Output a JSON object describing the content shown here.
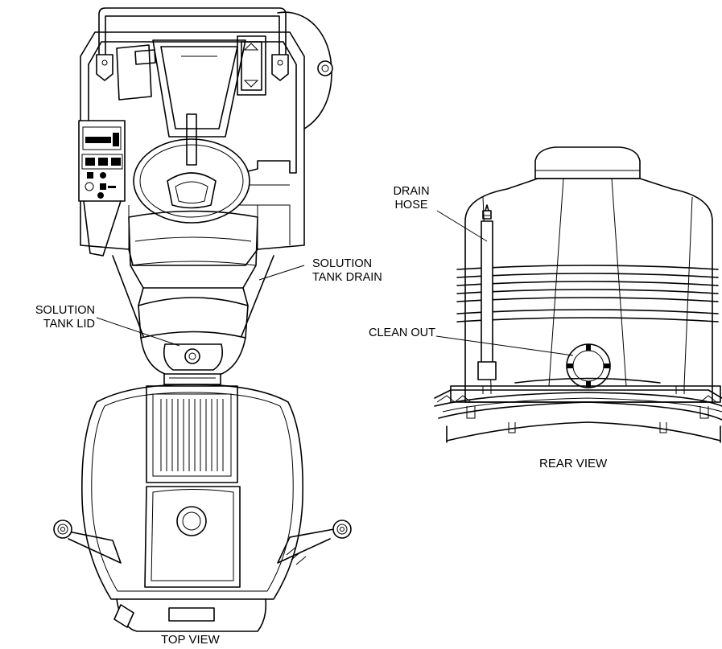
{
  "labels": {
    "drain_hose": [
      "DRAIN",
      "HOSE"
    ],
    "solution_tank_drain": [
      "SOLUTION",
      "TANK DRAIN"
    ],
    "solution_tank_lid": [
      "SOLUTION",
      "TANK LID"
    ],
    "clean_out": "CLEAN OUT",
    "rear_view": "REAR VIEW",
    "top_view": "TOP VIEW"
  }
}
